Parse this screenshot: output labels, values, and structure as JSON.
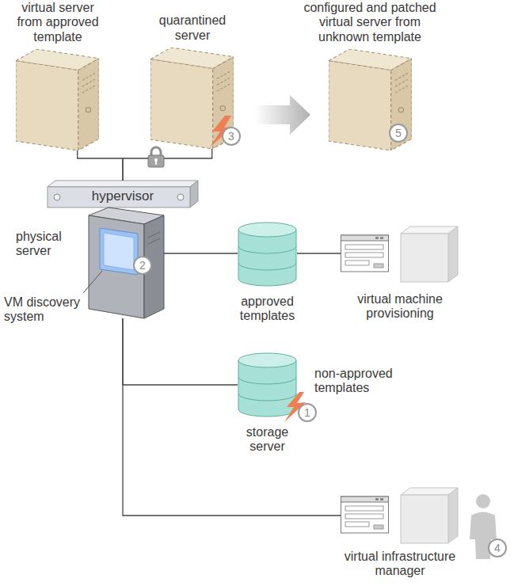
{
  "diagram": {
    "nodes": [
      {
        "text": [
          "virtual server from approved template"
        ]
      },
      {
        "text": [
          "quarantined server"
        ]
      },
      {
        "text": [
          "configured and patched virtual server from unknown template"
        ]
      },
      {
        "text": [
          "hypervisor"
        ]
      },
      {
        "text": [
          "physical server",
          "VM discovery system"
        ]
      },
      {
        "text": [
          "approved templates"
        ]
      },
      {
        "text": [
          "virtual machine provisioning"
        ]
      },
      {
        "text": [
          "non-approved templates",
          "storage server"
        ]
      },
      {
        "text": [
          "virtual infrastructure manager"
        ]
      }
    ],
    "edges": [
      {
        "from": 0,
        "to": 3,
        "arrow": "none"
      },
      {
        "from": 1,
        "to": 3,
        "arrow": "none"
      },
      {
        "from": 1,
        "to": 2,
        "arrow": "to"
      },
      {
        "from": 4,
        "to": 5,
        "arrow": "none"
      },
      {
        "from": 5,
        "to": 6,
        "arrow": "none"
      },
      {
        "from": 4,
        "to": 7,
        "arrow": "none"
      },
      {
        "from": 4,
        "to": 8,
        "arrow": "none"
      }
    ],
    "labels": [
      "1",
      "2",
      "3",
      "4",
      "5"
    ]
  }
}
